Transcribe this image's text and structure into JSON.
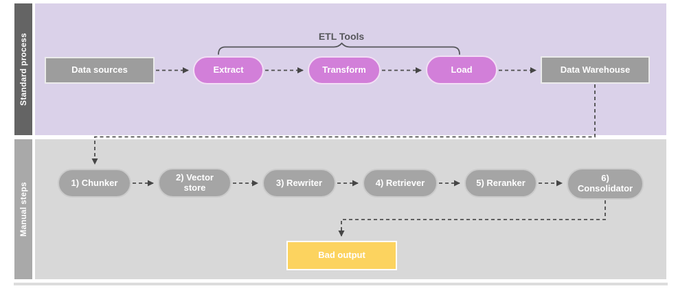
{
  "lanes": {
    "standard": {
      "label": "Standard process"
    },
    "manual": {
      "label": "Manual steps"
    }
  },
  "etl_group": {
    "label": "ETL Tools"
  },
  "standard_nodes": {
    "data_sources": "Data sources",
    "extract": "Extract",
    "transform": "Transform",
    "load": "Load",
    "data_warehouse": "Data Warehouse"
  },
  "manual_nodes": {
    "chunker": "1) Chunker",
    "vector_store": "2) Vector store",
    "rewriter": "3) Rewriter",
    "retriever": "4) Retriever",
    "reranker": "5) Reranker",
    "consolidator": "6) Consolidator"
  },
  "output": {
    "bad_output": "Bad output"
  },
  "colors": {
    "standard_lane_bg": "#dad1e9",
    "standard_lane_bar": "#646464",
    "manual_lane_bg": "#d8d8d8",
    "manual_lane_bar": "#a9a9a9",
    "etl_node_fill": "#d27fd9",
    "warehouse_node_fill": "#9d9d9d",
    "manual_node_fill": "#a5a5a5",
    "bad_output_fill": "#fcd35f",
    "connector": "#4d4d4d",
    "node_text": "#ffffff"
  }
}
